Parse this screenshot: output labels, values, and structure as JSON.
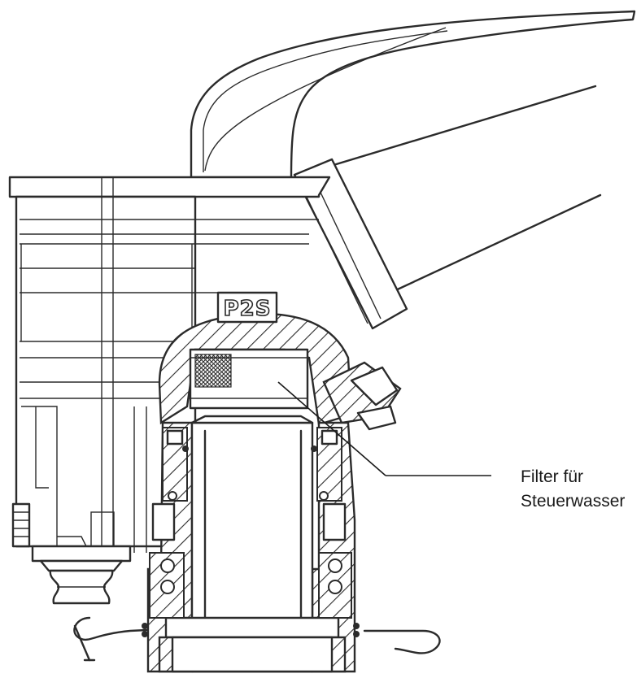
{
  "figure": {
    "valve_marking": "P2S",
    "callout": {
      "line1": "Filter für",
      "line2": "Steuerwasser"
    },
    "colors": {
      "line": "#2b2b2b",
      "background": "#ffffff"
    }
  }
}
